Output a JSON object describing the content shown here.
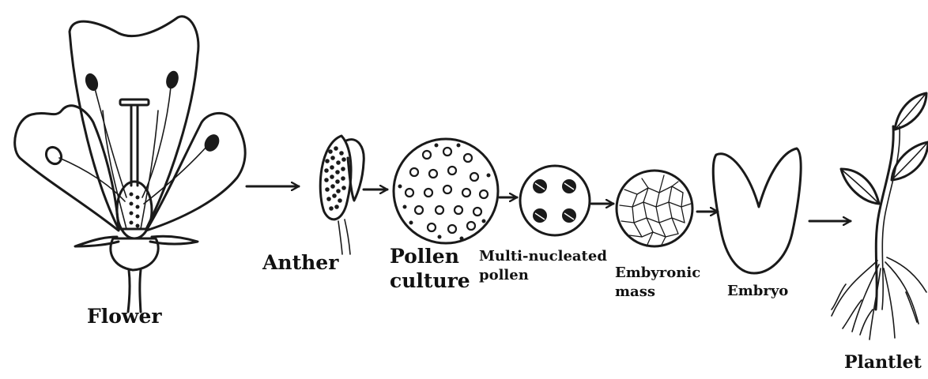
{
  "stages": {
    "flower": "Flower",
    "anther": "Anther",
    "pollen_culture": "Pollen\nculture",
    "multi_nucleated_pollen": "Multi-nucleated\npollen",
    "embryonic_mass": "Embyronic\nmass",
    "embryo": "Embryo",
    "plantlet": "Plantlet"
  },
  "colors": {
    "ink": "#1a1a1a",
    "background": "#ffffff"
  }
}
